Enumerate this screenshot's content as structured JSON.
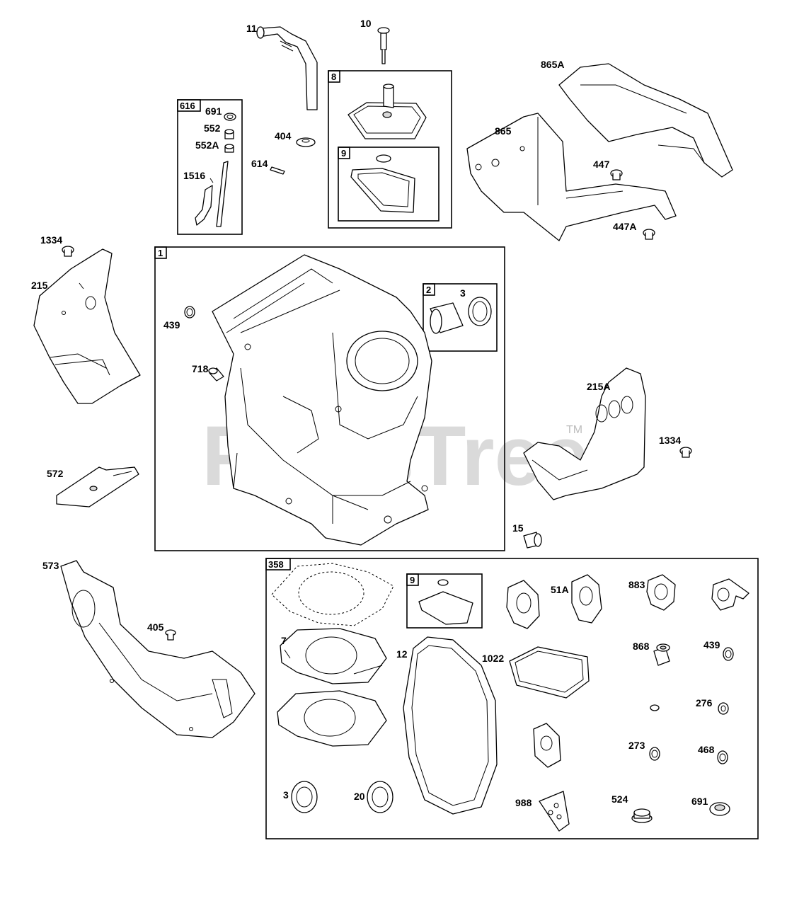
{
  "watermark": {
    "text": "PartsTree",
    "tm": "TM"
  },
  "boxes": {
    "b616": "616",
    "b8": "8",
    "b9a": "9",
    "b1": "1",
    "b2": "2",
    "b358": "358",
    "b9b": "9"
  },
  "labels": {
    "l11": "11",
    "l10": "10",
    "l865a": "865A",
    "l691a": "691",
    "l552": "552",
    "l552a": "552A",
    "l404": "404",
    "l614": "614",
    "l1516": "1516",
    "l865": "865",
    "l447": "447",
    "l447a": "447A",
    "l1334a": "1334",
    "l215": "215",
    "l439a": "439",
    "l718": "718",
    "l3a": "3",
    "l215a": "215A",
    "l1334b": "1334",
    "l572": "572",
    "l15": "15",
    "l573": "573",
    "l405": "405",
    "l51a": "51A",
    "l883": "883",
    "l7": "7",
    "l12": "12",
    "l1022": "1022",
    "l868": "868",
    "l439b": "439",
    "l276": "276",
    "l273": "273",
    "l468": "468",
    "l3b": "3",
    "l20": "20",
    "l988": "988",
    "l524": "524",
    "l691b": "691"
  }
}
